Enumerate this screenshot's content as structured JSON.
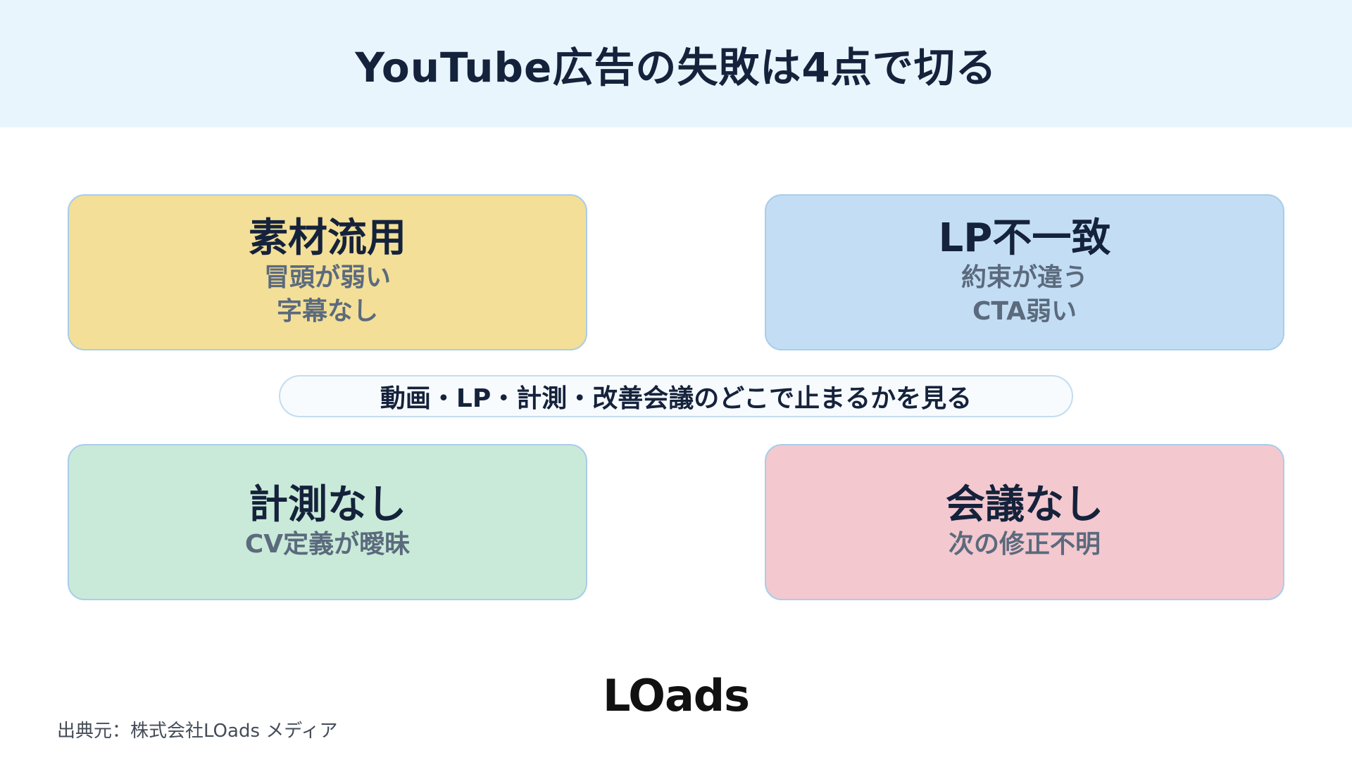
{
  "header": {
    "title": "YouTube広告の失敗は4点で切る"
  },
  "cards": [
    {
      "title": "素材流用",
      "lines": [
        "冒頭が弱い",
        "字幕なし"
      ],
      "color": "#f3df97"
    },
    {
      "title": "LP不一致",
      "lines": [
        "約束が違う",
        "CTA弱い"
      ],
      "color": "#c3def4"
    },
    {
      "title": "計測なし",
      "lines": [
        "CV定義が曖昧"
      ],
      "color": "#c9ead8"
    },
    {
      "title": "会議なし",
      "lines": [
        "次の修正不明"
      ],
      "color": "#f3c8cf"
    }
  ],
  "banner": {
    "text": "動画・LP・計測・改善会議のどこで止まるかを見る"
  },
  "footer": {
    "logo": "LOads",
    "source": "出典元：株式会社LOads メディア"
  }
}
